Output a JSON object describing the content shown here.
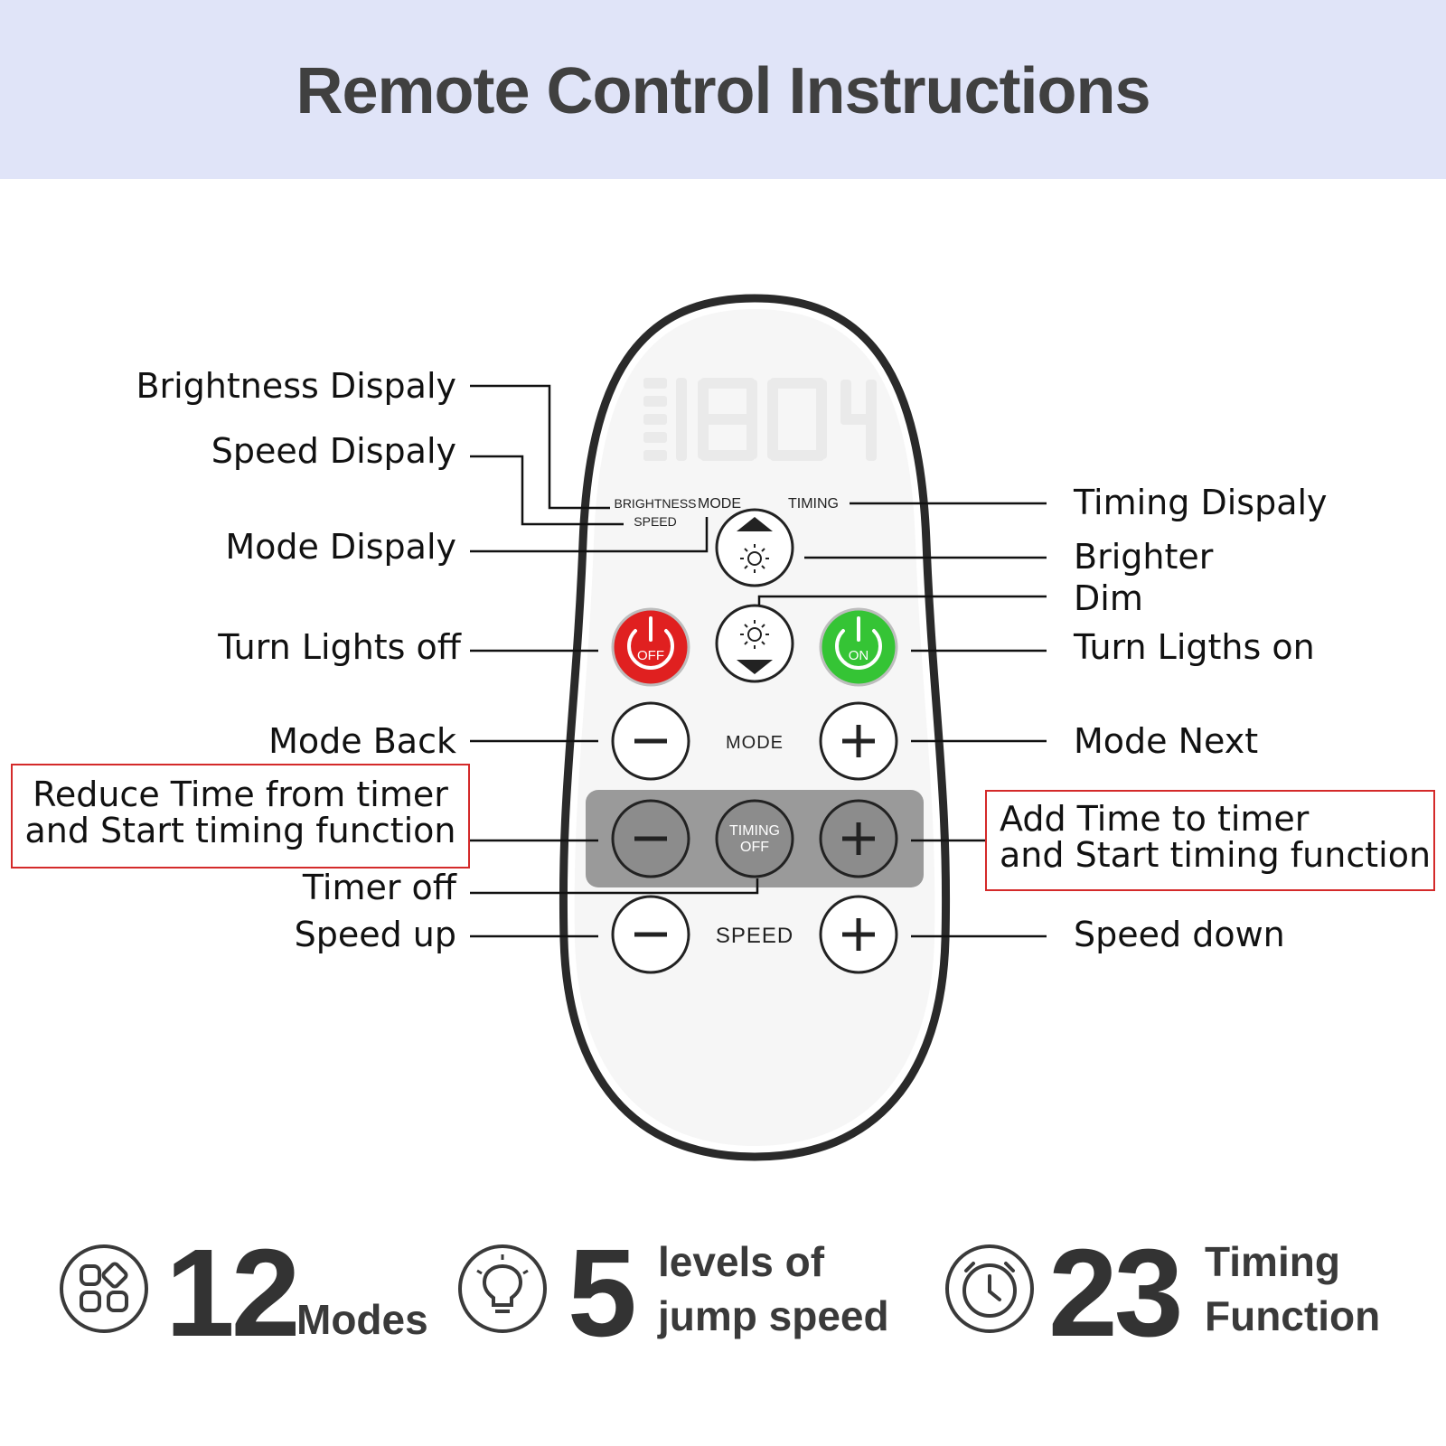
{
  "title": "Remote Control Instructions",
  "remote": {
    "display_digits": "1804",
    "label_brightness": "BRIGHTNESS",
    "label_speed": "SPEED",
    "label_mode": "MODE",
    "label_timing": "TIMING",
    "btn_off": "OFF",
    "btn_on": "ON",
    "row_mode": "MODE",
    "row_timing_1": "TIMING",
    "row_timing_2": "OFF",
    "row_speed": "SPEED"
  },
  "labels": {
    "brightness_display": "Brightness Dispaly",
    "speed_display": "Speed Dispaly",
    "mode_display": "Mode Dispaly",
    "turn_lights_off": "Turn Lights off",
    "mode_back": "Mode Back",
    "reduce_time_1": "Reduce Time from timer",
    "reduce_time_2": "and Start timing function",
    "timer_off": "Timer off",
    "speed_up": "Speed up",
    "timing_display": "Timing Dispaly",
    "brighter": "Brighter",
    "dim": "Dim",
    "turn_lights_on": "Turn Ligths on",
    "mode_next": "Mode Next",
    "add_time_1": "Add Time to timer",
    "add_time_2": "and Start timing function",
    "speed_down": "Speed down"
  },
  "features": [
    {
      "number": "12",
      "text_1": "Modes",
      "text_2": "",
      "icon": "modes-icon"
    },
    {
      "number": "5",
      "text_1": "levels of",
      "text_2": "jump speed",
      "icon": "lightbulb-icon"
    },
    {
      "number": "23",
      "text_1": "Timing",
      "text_2": "Function",
      "icon": "clock-icon"
    }
  ],
  "colors": {
    "header_bg": "#e0e4f8",
    "off_red": "#e02020",
    "on_green": "#35c435",
    "callout_red": "#d42a2a"
  }
}
